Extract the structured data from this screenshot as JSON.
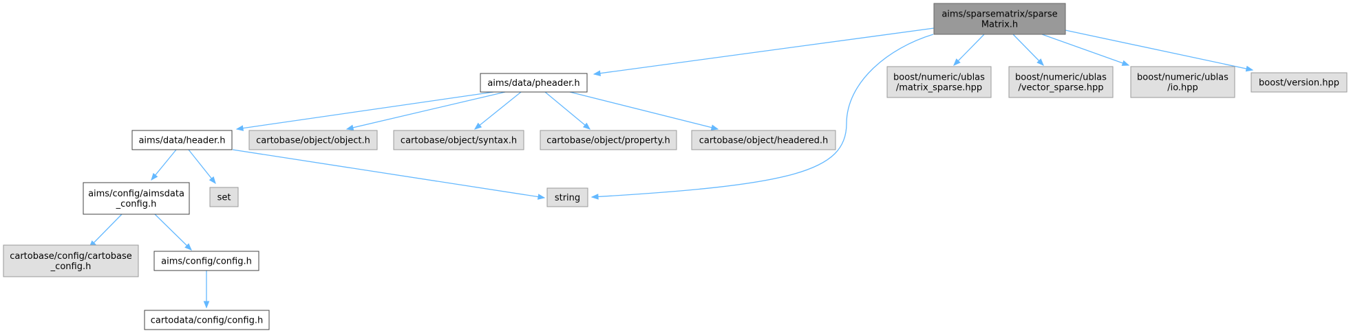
{
  "colors": {
    "root_fill": "#999999",
    "root_stroke": "#666666",
    "local_fill": "#ffffff",
    "local_stroke": "#404040",
    "external_fill": "#e0e0e0",
    "external_stroke": "#999999",
    "edge": "#63b8ff"
  },
  "nodes": {
    "root": {
      "lines": [
        "aims/sparsematrix/sparse",
        "Matrix.h"
      ],
      "kind": "root"
    },
    "pheader": {
      "lines": [
        "aims/data/pheader.h"
      ],
      "kind": "local"
    },
    "header": {
      "lines": [
        "aims/data/header.h"
      ],
      "kind": "local"
    },
    "object": {
      "lines": [
        "cartobase/object/object.h"
      ],
      "kind": "external"
    },
    "syntax": {
      "lines": [
        "cartobase/object/syntax.h"
      ],
      "kind": "external"
    },
    "property": {
      "lines": [
        "cartobase/object/property.h"
      ],
      "kind": "external"
    },
    "headered": {
      "lines": [
        "cartobase/object/headered.h"
      ],
      "kind": "external"
    },
    "matrix_sparse": {
      "lines": [
        "boost/numeric/ublas",
        "/matrix_sparse.hpp"
      ],
      "kind": "external"
    },
    "vector_sparse": {
      "lines": [
        "boost/numeric/ublas",
        "/vector_sparse.hpp"
      ],
      "kind": "external"
    },
    "io": {
      "lines": [
        "boost/numeric/ublas",
        "/io.hpp"
      ],
      "kind": "external"
    },
    "version": {
      "lines": [
        "boost/version.hpp"
      ],
      "kind": "external"
    },
    "aimsdata_config": {
      "lines": [
        "aims/config/aimsdata",
        "_config.h"
      ],
      "kind": "local"
    },
    "set": {
      "lines": [
        "set"
      ],
      "kind": "external"
    },
    "string": {
      "lines": [
        "string"
      ],
      "kind": "external"
    },
    "cartobase_config": {
      "lines": [
        "cartobase/config/cartobase",
        "_config.h"
      ],
      "kind": "external"
    },
    "aims_config": {
      "lines": [
        "aims/config/config.h"
      ],
      "kind": "local"
    },
    "cartodata_config": {
      "lines": [
        "cartodata/config/config.h"
      ],
      "kind": "local"
    }
  },
  "edges": [
    {
      "from": "root",
      "to": "pheader"
    },
    {
      "from": "root",
      "to": "string"
    },
    {
      "from": "root",
      "to": "matrix_sparse"
    },
    {
      "from": "root",
      "to": "vector_sparse"
    },
    {
      "from": "root",
      "to": "io"
    },
    {
      "from": "root",
      "to": "version"
    },
    {
      "from": "pheader",
      "to": "header"
    },
    {
      "from": "pheader",
      "to": "object"
    },
    {
      "from": "pheader",
      "to": "syntax"
    },
    {
      "from": "pheader",
      "to": "property"
    },
    {
      "from": "pheader",
      "to": "headered"
    },
    {
      "from": "header",
      "to": "aimsdata_config"
    },
    {
      "from": "header",
      "to": "set"
    },
    {
      "from": "header",
      "to": "string"
    },
    {
      "from": "aimsdata_config",
      "to": "cartobase_config"
    },
    {
      "from": "aimsdata_config",
      "to": "aims_config"
    },
    {
      "from": "aims_config",
      "to": "cartodata_config"
    }
  ]
}
